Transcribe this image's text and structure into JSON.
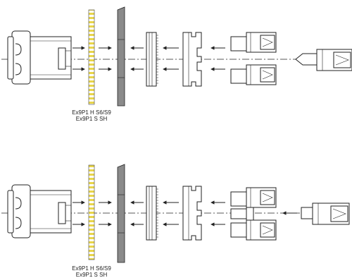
{
  "figure": {
    "top_assembly": {
      "label_line1": "Ex9P1 H S6/S9",
      "label_line2": "Ex9P1 S SH"
    },
    "bottom_assembly": {
      "label_line1": "Ex9P1 H S6/S9",
      "label_line2": "Ex9P1 S SH"
    }
  },
  "colors": {
    "gasket_yellow": "#e8d54a",
    "plate_gray": "#8a8a8a",
    "line": "#222222"
  }
}
